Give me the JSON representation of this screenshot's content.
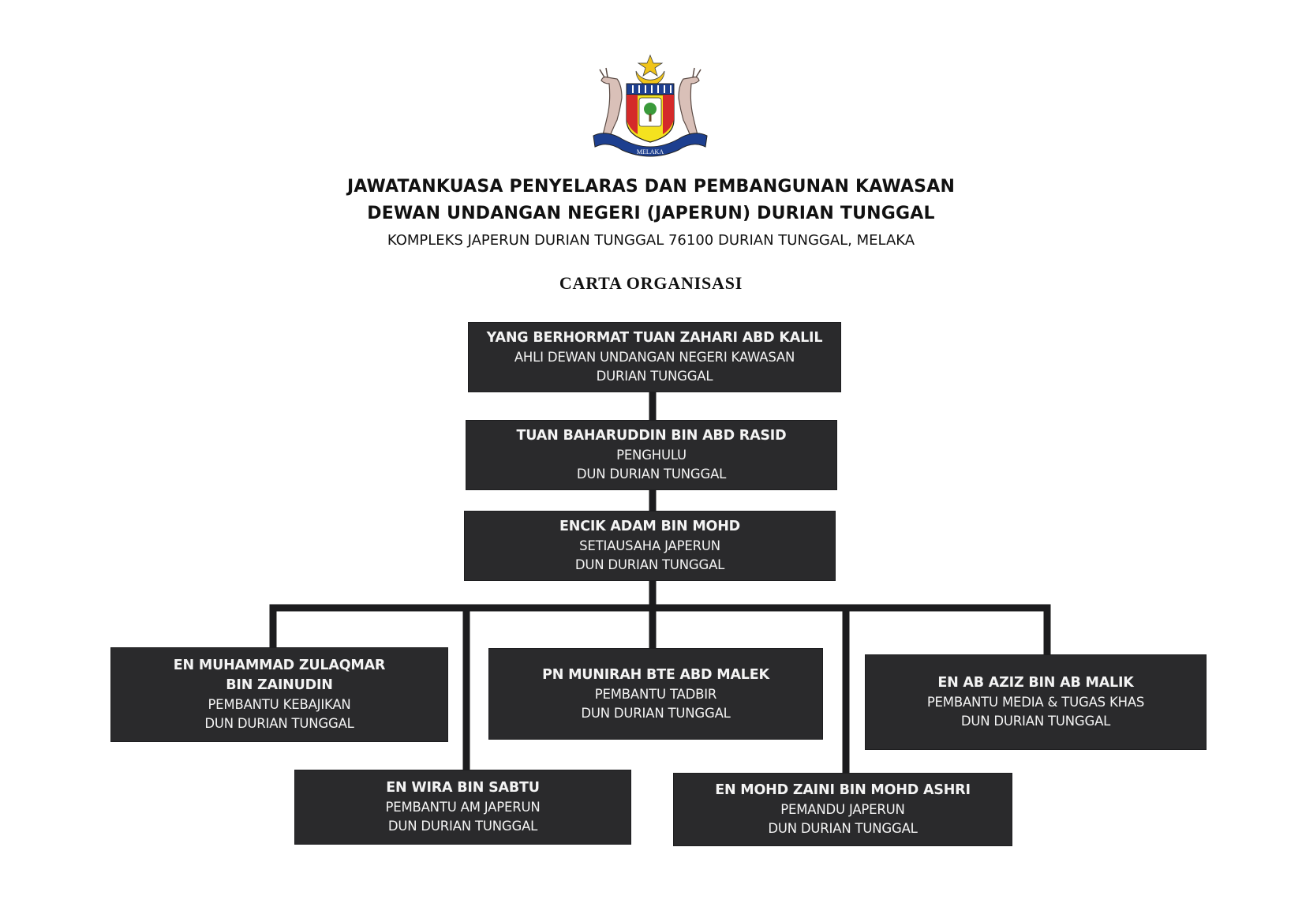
{
  "crest": {
    "motto_text": "MELAKA"
  },
  "header": {
    "title_line1": "JAWATANKUASA PENYELARAS DAN PEMBANGUNAN KAWASAN",
    "title_line2": "DEWAN UNDANGAN NEGERI (JAPERUN) DURIAN TUNGGAL",
    "address": "KOMPLEKS JAPERUN DURIAN TUNGGAL 76100 DURIAN TUNGGAL, MELAKA",
    "chart_title": "CARTA ORGANISASI"
  },
  "org": {
    "adun": {
      "name": "YANG BERHORMAT TUAN ZAHARI ABD KALIL",
      "line1": "AHLI DEWAN UNDANGAN NEGERI KAWASAN",
      "line2": "DURIAN TUNGGAL"
    },
    "penghulu": {
      "name": "TUAN BAHARUDDIN BIN ABD RASID",
      "line1": "PENGHULU",
      "line2": "DUN DURIAN TUNGGAL"
    },
    "setiausaha": {
      "name": "ENCIK ADAM BIN MOHD",
      "line1": "SETIAUSAHA JAPERUN",
      "line2": "DUN DURIAN TUNGGAL"
    },
    "kebajikan": {
      "name_line1": "EN MUHAMMAD ZULAQMAR",
      "name_line2": "BIN ZAINUDIN",
      "line1": "PEMBANTU KEBAJIKAN",
      "line2": "DUN DURIAN TUNGGAL"
    },
    "tadbir": {
      "name": "PN MUNIRAH BTE ABD MALEK",
      "line1": "PEMBANTU TADBIR",
      "line2": "DUN DURIAN TUNGGAL"
    },
    "media": {
      "name": "EN AB AZIZ BIN AB MALIK",
      "line1": "PEMBANTU MEDIA & TUGAS KHAS",
      "line2": "DUN DURIAN TUNGGAL"
    },
    "am": {
      "name": "EN WIRA BIN SABTU",
      "line1": "PEMBANTU AM JAPERUN",
      "line2": "DUN DURIAN TUNGGAL"
    },
    "pemandu": {
      "name": "EN MOHD ZAINI BIN MOHD ASHRI",
      "line1": "PEMANDU JAPERUN",
      "line2": "DUN DURIAN TUNGGAL"
    }
  },
  "colors": {
    "box_fill": "#2a2a2c",
    "box_text": "#f4f4f4",
    "connector": "#1c1c1e",
    "page": "#ffffff"
  }
}
